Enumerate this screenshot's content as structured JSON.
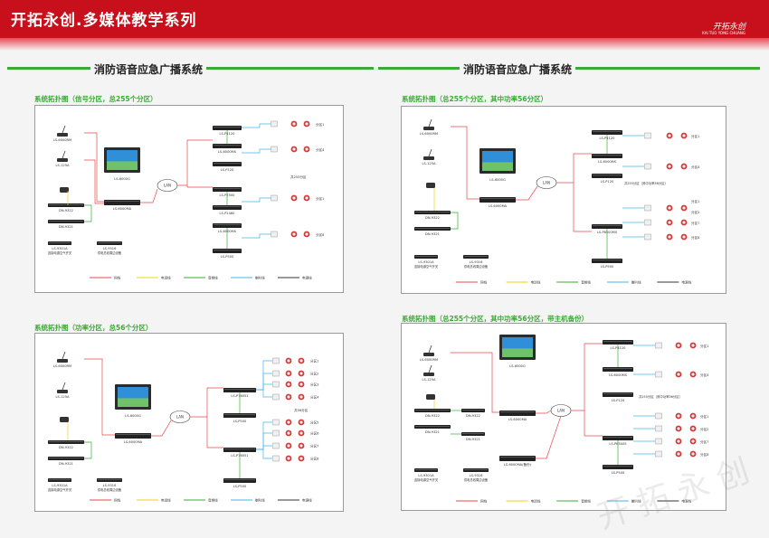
{
  "header": {
    "title": "开拓永创.多媒体教学系列",
    "logo_text": "开拓永创",
    "logo_sub": "KAI TUO YONG CHUANG"
  },
  "sections": [
    {
      "title": "消防语音应急广播系统"
    },
    {
      "title": "消防语音应急广播系统"
    }
  ],
  "panels": [
    {
      "subtitle": "系统拓扑图（信号分区，总255个分区）",
      "labels": {
        "mic": "LS-6000RM",
        "phone_label": "LS-125A",
        "dn1": "DN-9322",
        "dn2": "DN-9321",
        "rack": "LS-6000G",
        "host": "LS-6000MA",
        "lan": "LAN",
        "bottom1": "LS-9301A",
        "bottom2": "LS-9316",
        "power": "连接电源空气开关",
        "fire": "供电总线周边设备",
        "amps": [
          "LS-P4120",
          "LS-6000MS",
          "LS-P120",
          "LS-P2500",
          "LS-P2460",
          "LS-6000MS",
          "LS-P500"
        ],
        "zones": [
          "分区1",
          "分区4",
          "共255分区",
          "分区1",
          "分区8"
        ]
      }
    },
    {
      "subtitle": "系统拓扑图（总255个分区，其中功率56分区）",
      "labels": {
        "mic": "LS-6000RM",
        "phone_label": "LS-125A",
        "dn1": "DN-9322",
        "dn2": "DN-9321",
        "rack": "LS-6000G",
        "host": "LS-6000MA",
        "lan": "LAN",
        "bottom1": "LS-9301A",
        "bottom2": "LS-9316",
        "power": "连接电源空气开关",
        "fire": "供电总线周边设备",
        "amps": [
          "LS-P4120",
          "LS-6000MS",
          "LS-P120",
          "LS-P8500MS",
          "LS-P500"
        ],
        "zones": [
          "分区1",
          "分区4",
          "共255分区（其中功率56分区）",
          "分区1",
          "分区2",
          "分区7",
          "分区8"
        ]
      }
    },
    {
      "subtitle": "系统拓扑图（功率分区，总56个分区）",
      "labels": {
        "mic": "LS-6000RM",
        "phone_label": "LS-125A",
        "dn1": "DN-9322",
        "dn2": "DN-9321",
        "rack": "LS-6000G",
        "host": "LS-6000MA",
        "lan": "LAN",
        "bottom1": "LS-9301A",
        "bottom2": "LS-9316",
        "power": "连接电源空气开关",
        "fire": "供电总线周边设备",
        "amps": [
          "LS-P76051",
          "LS-P500",
          "LS-P76051",
          "LS-P500"
        ],
        "zones": [
          "分区1",
          "分区2",
          "分区3",
          "分区4",
          "共56分区",
          "分区5",
          "分区6",
          "分区7",
          "分区8"
        ]
      }
    },
    {
      "subtitle": "系统拓扑图（总255个分区，其中功率56分区，带主机备份）",
      "labels": {
        "mic": "LS-6000RM",
        "phone_label": "LS-125A",
        "dn1": "DN-9322",
        "dn2": "DN-9321",
        "rack": "LS-6000G",
        "host": "LS-6000MA",
        "host2": "LS-6000MA(备份)",
        "lan": "LAN",
        "bottom1": "LS-9301A",
        "bottom2": "LS-9316",
        "power": "连接电源空气开关",
        "fire": "供电总线周边设备",
        "amps": [
          "LS-P4120",
          "LS-6000MS",
          "LS-P120",
          "LS-P8500S",
          "LS-P500"
        ],
        "zones": [
          "分区1",
          "分区4",
          "共255分区（其中功率56分区）",
          "分区1",
          "分区2",
          "分区7",
          "分区8"
        ]
      }
    }
  ],
  "legend": [
    {
      "label": "网线",
      "color": "#e8474f"
    },
    {
      "label": "电话线",
      "color": "#f2d21a"
    },
    {
      "label": "音频线",
      "color": "#3aaa35"
    },
    {
      "label": "喇叭线",
      "color": "#45b6e6"
    },
    {
      "label": "电源线",
      "color": "#333333"
    }
  ],
  "watermark": "开拓永创"
}
